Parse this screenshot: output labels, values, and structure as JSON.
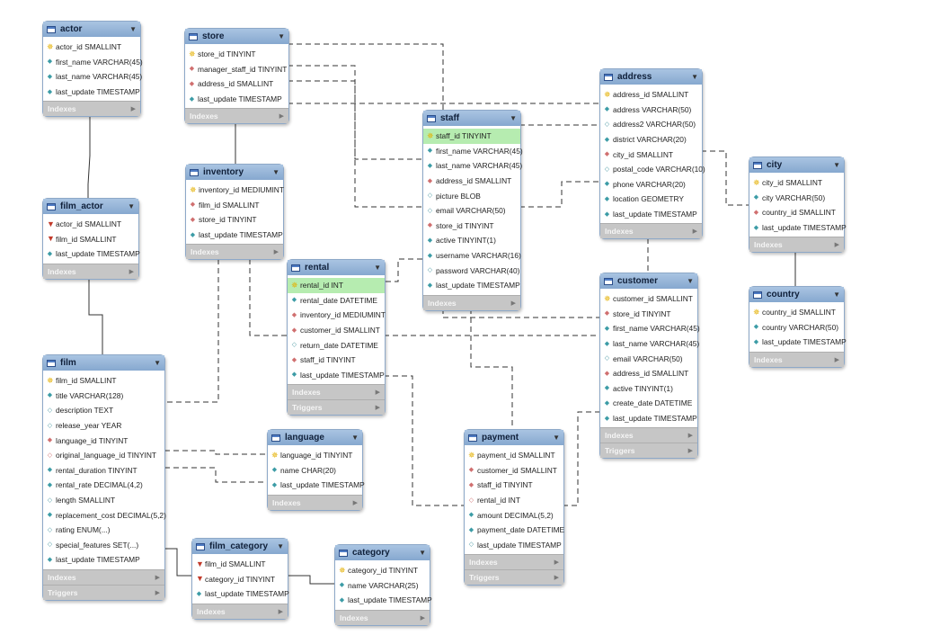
{
  "colors": {
    "header": "#9cbbe0",
    "highlight": "#b6ecb0",
    "section": "#c6c6c6",
    "line": "#333333"
  },
  "tables": {
    "actor": {
      "name": "actor",
      "columns": [
        {
          "text": "actor_id SMALLINT",
          "icon": "pk"
        },
        {
          "text": "first_name VARCHAR(45)",
          "icon": "nn"
        },
        {
          "text": "last_name VARCHAR(45)",
          "icon": "nn"
        },
        {
          "text": "last_update TIMESTAMP",
          "icon": "nn"
        }
      ],
      "sections": [
        "Indexes"
      ]
    },
    "store": {
      "name": "store",
      "columns": [
        {
          "text": "store_id TINYINT",
          "icon": "pk"
        },
        {
          "text": "manager_staff_id TINYINT",
          "icon": "fk"
        },
        {
          "text": "address_id SMALLINT",
          "icon": "fk"
        },
        {
          "text": "last_update TIMESTAMP",
          "icon": "nn"
        }
      ],
      "sections": [
        "Indexes"
      ]
    },
    "film_actor": {
      "name": "film_actor",
      "columns": [
        {
          "text": "actor_id SMALLINT",
          "icon": "pfk"
        },
        {
          "text": "film_id SMALLINT",
          "icon": "pfk"
        },
        {
          "text": "last_update TIMESTAMP",
          "icon": "nn"
        }
      ],
      "sections": [
        "Indexes"
      ]
    },
    "inventory": {
      "name": "inventory",
      "columns": [
        {
          "text": "inventory_id MEDIUMINT",
          "icon": "pk"
        },
        {
          "text": "film_id SMALLINT",
          "icon": "fk"
        },
        {
          "text": "store_id TINYINT",
          "icon": "fk"
        },
        {
          "text": "last_update TIMESTAMP",
          "icon": "nn"
        }
      ],
      "sections": [
        "Indexes"
      ]
    },
    "staff": {
      "name": "staff",
      "columns": [
        {
          "text": "staff_id TINYINT",
          "icon": "pk",
          "hl": true
        },
        {
          "text": "first_name VARCHAR(45)",
          "icon": "nn"
        },
        {
          "text": "last_name VARCHAR(45)",
          "icon": "nn"
        },
        {
          "text": "address_id SMALLINT",
          "icon": "fk"
        },
        {
          "text": "picture BLOB",
          "icon": "nl"
        },
        {
          "text": "email VARCHAR(50)",
          "icon": "nl"
        },
        {
          "text": "store_id TINYINT",
          "icon": "fk"
        },
        {
          "text": "active TINYINT(1)",
          "icon": "nn"
        },
        {
          "text": "username VARCHAR(16)",
          "icon": "nn"
        },
        {
          "text": "password VARCHAR(40)",
          "icon": "nl"
        },
        {
          "text": "last_update TIMESTAMP",
          "icon": "nn"
        }
      ],
      "sections": [
        "Indexes"
      ]
    },
    "address": {
      "name": "address",
      "columns": [
        {
          "text": "address_id SMALLINT",
          "icon": "pk"
        },
        {
          "text": "address VARCHAR(50)",
          "icon": "nn"
        },
        {
          "text": "address2 VARCHAR(50)",
          "icon": "nl"
        },
        {
          "text": "district VARCHAR(20)",
          "icon": "nn"
        },
        {
          "text": "city_id SMALLINT",
          "icon": "fk"
        },
        {
          "text": "postal_code VARCHAR(10)",
          "icon": "nl"
        },
        {
          "text": "phone VARCHAR(20)",
          "icon": "nn"
        },
        {
          "text": "location GEOMETRY",
          "icon": "nn"
        },
        {
          "text": "last_update TIMESTAMP",
          "icon": "nn"
        }
      ],
      "sections": [
        "Indexes"
      ]
    },
    "city": {
      "name": "city",
      "columns": [
        {
          "text": "city_id SMALLINT",
          "icon": "pk"
        },
        {
          "text": "city VARCHAR(50)",
          "icon": "nn"
        },
        {
          "text": "country_id SMALLINT",
          "icon": "fk"
        },
        {
          "text": "last_update TIMESTAMP",
          "icon": "nn"
        }
      ],
      "sections": [
        "Indexes"
      ]
    },
    "country": {
      "name": "country",
      "columns": [
        {
          "text": "country_id SMALLINT",
          "icon": "pk"
        },
        {
          "text": "country VARCHAR(50)",
          "icon": "nn"
        },
        {
          "text": "last_update TIMESTAMP",
          "icon": "nn"
        }
      ],
      "sections": [
        "Indexes"
      ]
    },
    "rental": {
      "name": "rental",
      "columns": [
        {
          "text": "rental_id INT",
          "icon": "pk",
          "hl": true
        },
        {
          "text": "rental_date DATETIME",
          "icon": "nn"
        },
        {
          "text": "inventory_id MEDIUMINT",
          "icon": "fk"
        },
        {
          "text": "customer_id SMALLINT",
          "icon": "fk"
        },
        {
          "text": "return_date DATETIME",
          "icon": "nl"
        },
        {
          "text": "staff_id TINYINT",
          "icon": "fk"
        },
        {
          "text": "last_update TIMESTAMP",
          "icon": "nn"
        }
      ],
      "sections": [
        "Indexes",
        "Triggers"
      ]
    },
    "customer": {
      "name": "customer",
      "columns": [
        {
          "text": "customer_id SMALLINT",
          "icon": "pk"
        },
        {
          "text": "store_id TINYINT",
          "icon": "fk"
        },
        {
          "text": "first_name VARCHAR(45)",
          "icon": "nn"
        },
        {
          "text": "last_name VARCHAR(45)",
          "icon": "nn"
        },
        {
          "text": "email VARCHAR(50)",
          "icon": "nl"
        },
        {
          "text": "address_id SMALLINT",
          "icon": "fk"
        },
        {
          "text": "active TINYINT(1)",
          "icon": "nn"
        },
        {
          "text": "create_date DATETIME",
          "icon": "nn"
        },
        {
          "text": "last_update TIMESTAMP",
          "icon": "nn"
        }
      ],
      "sections": [
        "Indexes",
        "Triggers"
      ]
    },
    "film": {
      "name": "film",
      "columns": [
        {
          "text": "film_id SMALLINT",
          "icon": "pk"
        },
        {
          "text": "title VARCHAR(128)",
          "icon": "nn"
        },
        {
          "text": "description TEXT",
          "icon": "nl"
        },
        {
          "text": "release_year YEAR",
          "icon": "nl"
        },
        {
          "text": "language_id TINYINT",
          "icon": "fk"
        },
        {
          "text": "original_language_id TINYINT",
          "icon": "fkn"
        },
        {
          "text": "rental_duration TINYINT",
          "icon": "nn"
        },
        {
          "text": "rental_rate DECIMAL(4,2)",
          "icon": "nn"
        },
        {
          "text": "length SMALLINT",
          "icon": "nl"
        },
        {
          "text": "replacement_cost DECIMAL(5,2)",
          "icon": "nn"
        },
        {
          "text": "rating ENUM(...)",
          "icon": "nl"
        },
        {
          "text": "special_features SET(...)",
          "icon": "nl"
        },
        {
          "text": "last_update TIMESTAMP",
          "icon": "nn"
        }
      ],
      "sections": [
        "Indexes",
        "Triggers"
      ]
    },
    "language": {
      "name": "language",
      "columns": [
        {
          "text": "language_id TINYINT",
          "icon": "pk"
        },
        {
          "text": "name CHAR(20)",
          "icon": "nn"
        },
        {
          "text": "last_update TIMESTAMP",
          "icon": "nn"
        }
      ],
      "sections": [
        "Indexes"
      ]
    },
    "payment": {
      "name": "payment",
      "columns": [
        {
          "text": "payment_id SMALLINT",
          "icon": "pk"
        },
        {
          "text": "customer_id SMALLINT",
          "icon": "fk"
        },
        {
          "text": "staff_id TINYINT",
          "icon": "fk"
        },
        {
          "text": "rental_id INT",
          "icon": "fkn"
        },
        {
          "text": "amount DECIMAL(5,2)",
          "icon": "nn"
        },
        {
          "text": "payment_date DATETIME",
          "icon": "nn"
        },
        {
          "text": "last_update TIMESTAMP",
          "icon": "nl"
        }
      ],
      "sections": [
        "Indexes",
        "Triggers"
      ]
    },
    "film_category": {
      "name": "film_category",
      "columns": [
        {
          "text": "film_id SMALLINT",
          "icon": "pfk"
        },
        {
          "text": "category_id TINYINT",
          "icon": "pfk"
        },
        {
          "text": "last_update TIMESTAMP",
          "icon": "nn"
        }
      ],
      "sections": [
        "Indexes"
      ]
    },
    "category": {
      "name": "category",
      "columns": [
        {
          "text": "category_id TINYINT",
          "icon": "pk"
        },
        {
          "text": "name VARCHAR(25)",
          "icon": "nn"
        },
        {
          "text": "last_update TIMESTAMP",
          "icon": "nn"
        }
      ],
      "sections": [
        "Indexes"
      ]
    }
  }
}
